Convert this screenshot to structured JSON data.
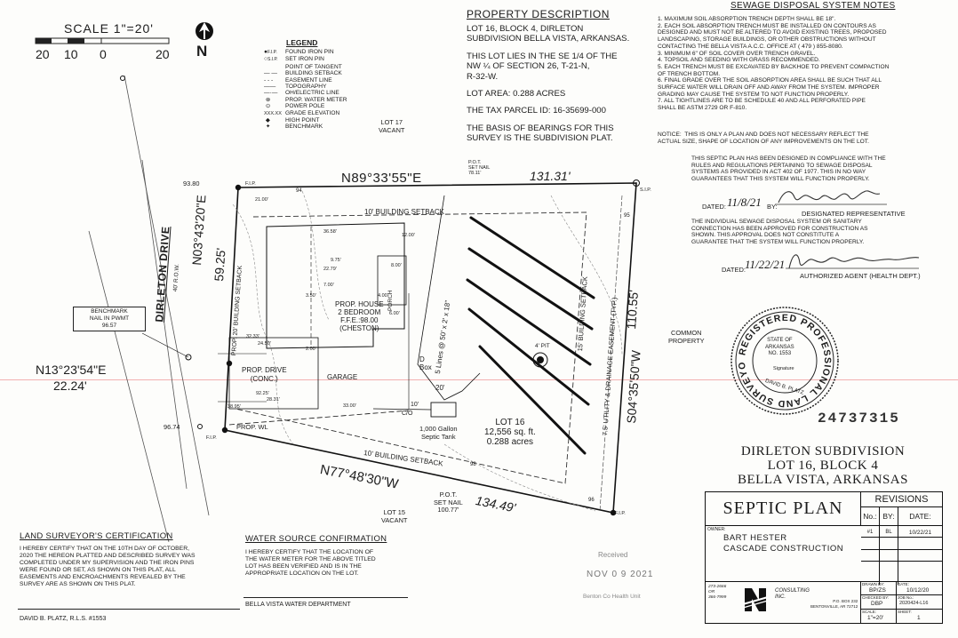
{
  "scale": {
    "title": "SCALE 1\"=20'",
    "ticks": [
      "20",
      "10",
      "0",
      "20"
    ],
    "north": "N"
  },
  "legend": {
    "title": "LEGEND",
    "items": [
      {
        "sym": "F.I.P.",
        "label": "FOUND IRON PIN"
      },
      {
        "sym": "S.I.P.",
        "label": "SET IRON PIN"
      },
      {
        "sym": "",
        "label": "POINT OF TANGENT"
      },
      {
        "sym": "",
        "label": "BUILDING SETBACK"
      },
      {
        "sym": "",
        "label": "EASEMENT LINE"
      },
      {
        "sym": "",
        "label": "TOPOGRAPHY"
      },
      {
        "sym": "",
        "label": "OH/ELECTRIC LINE"
      },
      {
        "sym": "",
        "label": "PROP. WATER METER"
      },
      {
        "sym": "",
        "label": "POWER POLE"
      },
      {
        "sym": "XXX.XX",
        "label": "GRADE ELEVATION"
      },
      {
        "sym": "",
        "label": "HIGH POINT"
      },
      {
        "sym": "",
        "label": "BENCHMARK"
      }
    ]
  },
  "property": {
    "title": "PROPERTY DESCRIPTION",
    "lines": [
      "LOT 16, BLOCK 4, DIRLETON",
      "SUBDIVISION BELLA VISTA, ARKANSAS.",
      "",
      "THIS LOT LIES IN THE SE 1/4 OF THE",
      "NW ¼ OF SECTION 26, T-21-N,",
      "R-32-W.",
      "",
      "LOT AREA: 0.288 ACRES",
      "",
      "THE TAX PARCEL ID: 16-35699-000",
      "",
      "THE BASIS OF BEARINGS FOR THIS",
      "SURVEY IS THE SUBDIVISION PLAT."
    ]
  },
  "sewage": {
    "title": "SEWAGE DISPOSAL SYSTEM NOTES",
    "notes": "1. MAXIMUM SOIL ABSORPTION TRENCH DEPTH SHALL BE 18\".\n2. EACH SOIL ABSORPTION TRENCH MUST BE INSTALLED ON CONTOURS AS\nDESIGNED AND MUST NOT BE ALTERED TO AVOID EXISTING TREES, PROPOSED\nLANDSCAPING, STORAGE BUILDINGS, OR OTHER OBSTRUCTIONS WITHOUT\nCONTACTING THE BELLA VISTA A.C.C. OFFICE AT ( 479 ) 855-8080.\n3. MINIMUM 6\" OF SOIL COVER OVER TRENCH GRAVEL.\n4. TOPSOIL AND SEEDING WITH GRASS RECOMMENDED.\n5. EACH TRENCH MUST BE EXCAVATED BY BACKHOE TO PREVENT COMPACTION\nOF TRENCH BOTTOM.\n6. FINAL GRADE OVER THE SOIL ABSORPTION AREA SHALL BE SUCH THAT ALL\nSURFACE WATER WILL DRAIN OFF AND AWAY FROM THE SYSTEM. IMPROPER\nGRADING MAY CAUSE THE SYSTEM TO NOT FUNCTION PROPERLY.\n7. ALL TIGHTLINES ARE TO BE SCHEDULE 40 AND ALL PERFORATED PIPE\nSHALL BE ASTM 2729 OR F-810.",
    "notice": "NOTICE:  THIS IS ONLY A PLAN AND DOES NOT NECESSARY REFLECT THE\nACTUAL SIZE, SHAPE OF LOCATION OF ANY IMPROVEMENTS ON THE LOT.",
    "compliance": "THIS SEPTIC PLAN HAS BEEN DESIGNED IN COMPLIANCE WITH THE\nRULES AND REGULATIONS PERTAINING TO SEWAGE DISPOSAL\nSYSTEMS AS PROVIDED IN ACT 402 OF 1977. THIS IN NO WAY\nGUARANTEES THAT THIS SYSTEM WILL FUNCTION PROPERLY.",
    "dated1_label": "DATED:",
    "dated1": "11/8/21",
    "by": "BY:",
    "designated": "DESIGNATED REPRESENTATIVE",
    "approval": "THE INDIVIDUAL SEWAGE DISPOSAL SYSTEM OR SANITARY\nCONNECTION HAS BEEN APPROVED FOR CONSTRUCTION AS\nSHOWN. THIS APPROVAL DOES NOT CONSTITUTE A\nGUARANTEE THAT THE SYSTEM WILL FUNCTION PROPERLY.",
    "dated2_label": "DATED:",
    "dated2": "11/22/21",
    "authorized": "AUTHORIZED AGENT (HEALTH DEPT.)"
  },
  "plat": {
    "lot17": "LOT 17\nVACANT",
    "lot15": "LOT 15\nVACANT",
    "common": "COMMON\nPROPERTY",
    "bearing_top": "N89°33'55\"E",
    "dist_top": "131.31'",
    "pot_top": "P.O.T.\nSET NAIL\n78.11'",
    "bearing_left": "N03°43'20\"E",
    "dist_left": "59.25'",
    "bearing_left2": "N13°23'54\"E",
    "dist_left2": "22.24'",
    "bearing_right": "S04°35'50\"W",
    "dist_right": "110.55'",
    "bearing_bottom": "N77°48'30\"W",
    "dist_bottom": "134.49'",
    "pot_bottom": "P.O.T.\nSET NAIL\n100.77'",
    "drive": "DIRLETON DRIVE",
    "row": "40' R.O.W.",
    "benchmark": "BENCHMARK\nNAIL IN PWMT\n96.57",
    "elev1": "93.80",
    "elev2": "96.74",
    "fip": "F.I.P.",
    "sip": "S.I.P.",
    "setback_top": "10' BUILDING SETBACK",
    "setback_bottom": "10' BUILDING SETBACK",
    "setback_left": "PROP. 20' BUILDING SETBACK",
    "setback_right": "15' BUILDING SETBACK",
    "easement": "7.5' UTILITY & DRAINAGE EASEMENT (TYP.)",
    "house": "PROP. HOUSE\n2 BEDROOM\nF.F.E.:98.00\n(CHESTON)",
    "porch": "PORCH",
    "garage": "GARAGE",
    "drive_conc": "PROP. DRIVE\n(CONC.)",
    "prop_wl": "PROP. WL",
    "dbox": "D\nBox",
    "lines_label": "5 Lines @ 50' x 2' x 18\"",
    "pit": "4' PIT",
    "tank": "1,000 Gallon\nSeptic Tank",
    "co": "C/O",
    "lot16": "LOT 16\n12,556 sq. ft.\n0.288 acres",
    "d20": "20'",
    "d10": "10'",
    "dims": [
      "21.00'",
      "36.58'",
      "9.75'",
      "6.00'",
      "12.00'",
      "32.33'",
      "24.50'",
      "2.00'",
      "7.00'",
      "22.79'",
      "3.50'",
      "8.00'",
      "4.00'",
      "33.00'",
      "38.95'",
      "92.25'",
      "28.31'",
      "94",
      "96",
      "98",
      "95"
    ]
  },
  "seal": {
    "ring": "REGISTERED PROFESSIONAL LAND SURVEYOR",
    "state": "STATE OF\nARKANSAS\nNO. 1553",
    "signature": "Signature",
    "name": "DAVID B. PLATZ"
  },
  "stamp_number": "24737315",
  "project": {
    "line1": "DIRLETON SUBDIVISION",
    "line2": "LOT 16, BLOCK 4",
    "line3": "BELLA VISTA, ARKANSAS"
  },
  "titleblock": {
    "title": "SEPTIC PLAN",
    "revisions": "REVISIONS",
    "rev_headers": [
      "No.:",
      "BY:",
      "DATE:"
    ],
    "rev_row": [
      "#1",
      "BL",
      "10/22/21"
    ],
    "owner_label": "OWNER:",
    "owner1": "BART HESTER",
    "owner2": "CASCADE CONSTRUCTION",
    "phone": "273-2666\nOR\n366-7999",
    "company": "CONSULTING\nINC.",
    "address": "P.O. BOX 232\nBENTONVILLE, AR 72712",
    "drawn_label": "DRAWN BY:",
    "drawn": "BP/ZS",
    "date_label": "DATE:",
    "date": "10/12/20",
    "checked_label": "CHECKED BY:",
    "checked": "DBP",
    "job_label": "JOB No.:",
    "job": "2020424-L16",
    "scale_label": "SCALE:",
    "scale": "1\"=20'",
    "sheet_label": "SHEET:",
    "sheet": "1"
  },
  "received": {
    "label": "Received",
    "date": "NOV 0 9 2021",
    "unit": "Benton Co Health Unit"
  },
  "certification": {
    "title": "LAND SURVEYOR'S CERTIFICATION",
    "text": "I HEREBY CERTIFY THAT ON THE 10TH DAY OF OCTOBER,\n2020 THE HEREON PLATTED AND DESCRIBED SURVEY WAS\nCOMPLETED UNDER MY SUPERVISION AND THE IRON PINS\nWERE FOUND OR SET, AS SHOWN ON THIS PLAT, ALL\nEASEMENTS AND ENCROACHMENTS REVEALED BY THE\nSURVEY ARE AS SHOWN ON THIS PLAT.",
    "signer": "DAVID B. PLATZ,   R.L.S. #1553"
  },
  "water": {
    "title": "WATER SOURCE CONFIRMATION",
    "text": "I HEREBY CERTIFY THAT THE LOCATION OF\nTHE WATER METER FOR THE ABOVE TITLED\nLOT HAS BEEN VERIFIED AND IS IN THE\nAPPROPRIATE LOCATION ON THE LOT.",
    "dept": "BELLA VISTA WATER DEPARTMENT"
  }
}
